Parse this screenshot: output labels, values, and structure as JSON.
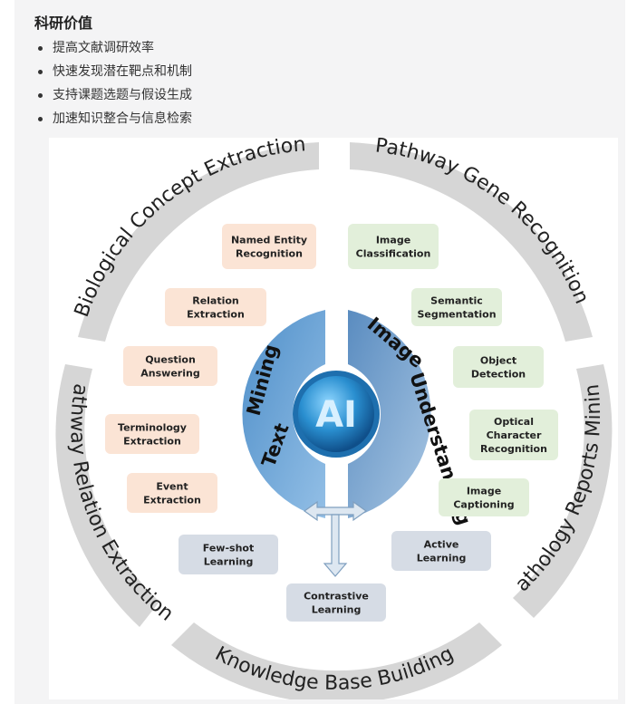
{
  "section": {
    "title": "科研价值",
    "bullets": [
      "提高文献调研效率",
      "快速发现潜在靶点和机制",
      "支持课题选题与假设生成",
      "加速知识整合与信息检索"
    ]
  },
  "diagram": {
    "ring_labels": {
      "top_left": "Biological Concept Extraction",
      "top_right": "Pathway Gene Recognition",
      "right": "Pathology Reports Mining",
      "bottom": "Knowledge Base Building",
      "left": "Pathway Relation Extraction"
    },
    "center": {
      "ai": "AI",
      "text_word": "Text",
      "mining_word": "Mining",
      "image_word": "Image",
      "understanding_word": "Understanding"
    },
    "text_tasks": [
      [
        "Named Entity",
        "Recognition"
      ],
      [
        "Relation",
        "Extraction"
      ],
      [
        "Question",
        "Answering"
      ],
      [
        "Terminology",
        "Extraction"
      ],
      [
        "Event",
        "Extraction"
      ]
    ],
    "image_tasks": [
      [
        "Image",
        "Classification"
      ],
      [
        "Semantic",
        "Segmentation"
      ],
      [
        "Object",
        "Detection"
      ],
      [
        "Optical",
        "Character",
        "Recognition"
      ],
      [
        "Image",
        "Captioning"
      ]
    ],
    "learning": [
      [
        "Few-shot",
        "Learning"
      ],
      [
        "Active",
        "Learning"
      ],
      [
        "Contrastive",
        "Learning"
      ]
    ],
    "colors": {
      "text_box": "#fbe4d5",
      "image_box": "#e2efda",
      "learning_box": "#d6dce5",
      "ring": "#d6d6d6",
      "ai_circle": "#2a8fd0"
    }
  }
}
